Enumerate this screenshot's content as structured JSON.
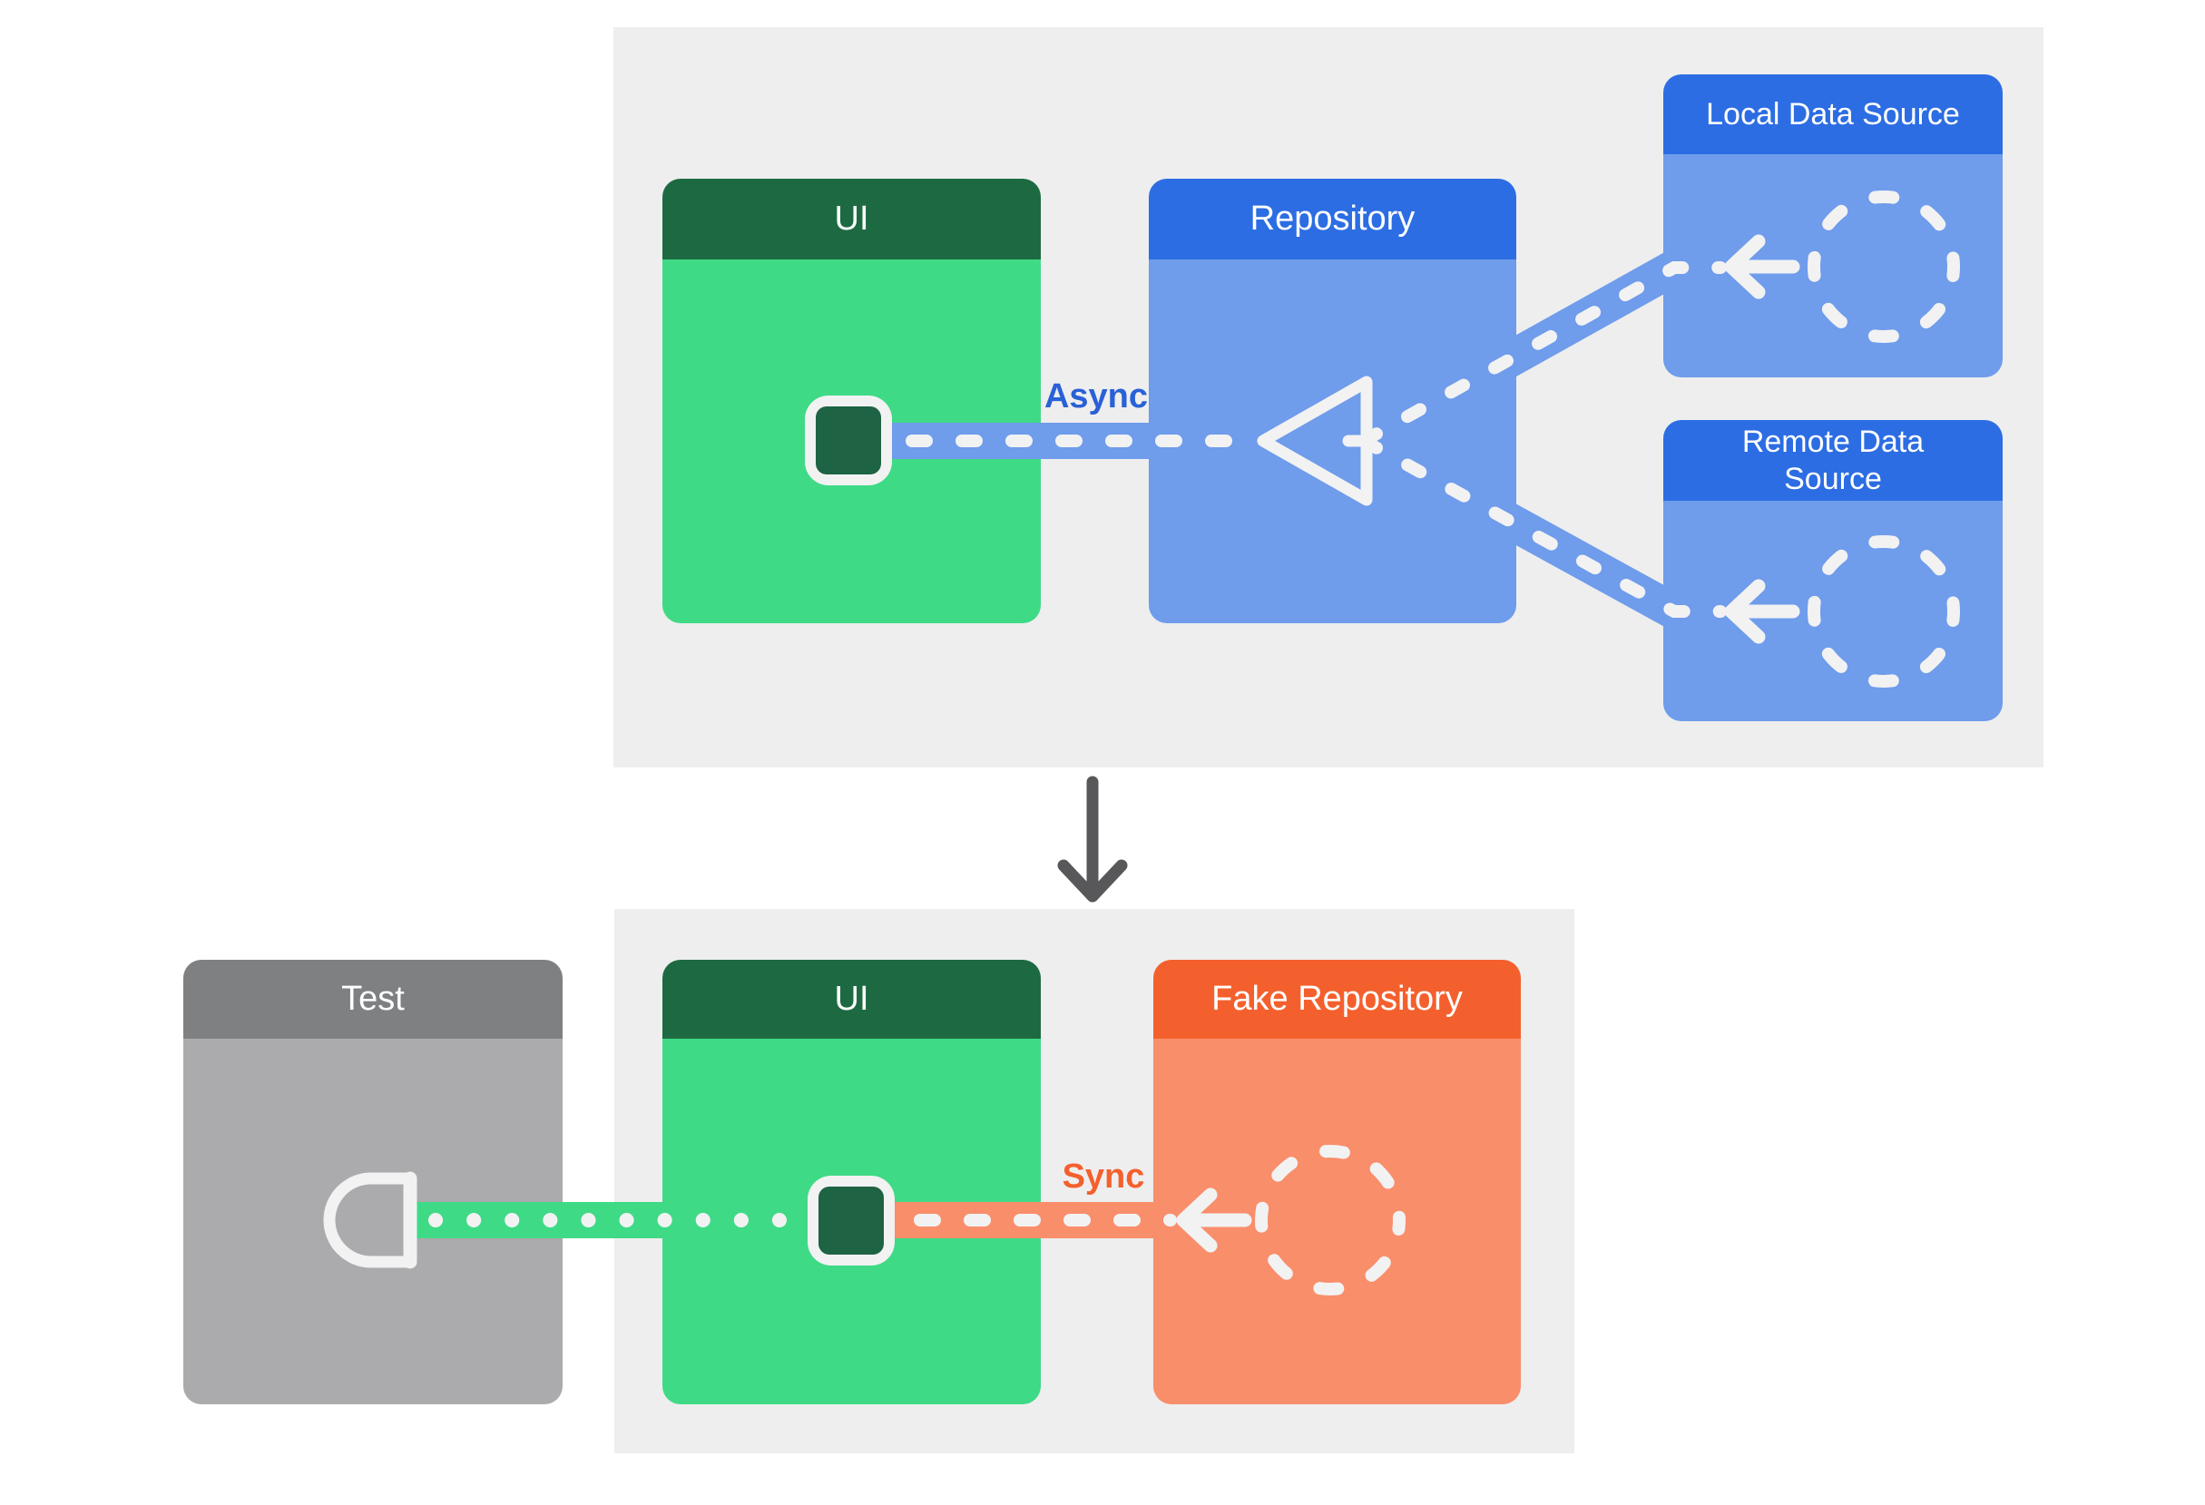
{
  "production_section": {
    "ui_box": {
      "header": "UI"
    },
    "repository_box": {
      "header": "Repository"
    },
    "local_data_source_box": {
      "header": "Local Data Source"
    },
    "remote_data_source_box": {
      "header": "Remote Data Source"
    },
    "connection_label": "Async"
  },
  "test_section": {
    "test_box": {
      "header": "Test"
    },
    "ui_box": {
      "header": "UI"
    },
    "fake_repository_box": {
      "header": "Fake Repository"
    },
    "connection_label": "Sync"
  },
  "icons": {
    "ui_unit_chip": "dark-green rounded chip with white border",
    "data_source_circle": "white dashed circle",
    "left_arrow": "white left arrow",
    "triangle_connector": "hollow white triangle pointing left",
    "test_port": "white half-round port socket",
    "down_arrow": "gray downward arrow between sections"
  },
  "colors": {
    "page_background": "#ffffff",
    "panel_background": "#eeeeef",
    "green_header": "#1d6a42",
    "green_body": "#3fda86",
    "blue_header": "#2c6de3",
    "blue_body": "#6f9ceb",
    "orange_header": "#f4602d",
    "orange_body": "#f98e6b",
    "gray_header": "#7f8082",
    "gray_body": "#ababad",
    "async_label_color": "#2961d6",
    "sync_label_color": "#f4602d",
    "connector_glyph_white": "#f2f2f3",
    "down_arrow_color": "#58585a"
  }
}
